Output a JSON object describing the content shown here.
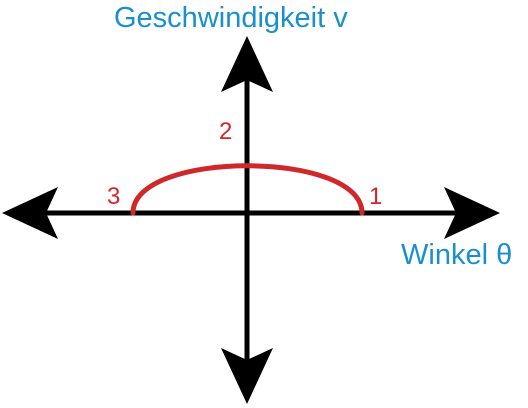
{
  "labels": {
    "y_axis": "Geschwindigkeit v",
    "x_axis": "Winkel θ",
    "point_1": "1",
    "point_2": "2",
    "point_3": "3"
  },
  "colors": {
    "axis": "#000000",
    "label_blue": "#1a8fd0",
    "curve_red": "#d0282a"
  }
}
